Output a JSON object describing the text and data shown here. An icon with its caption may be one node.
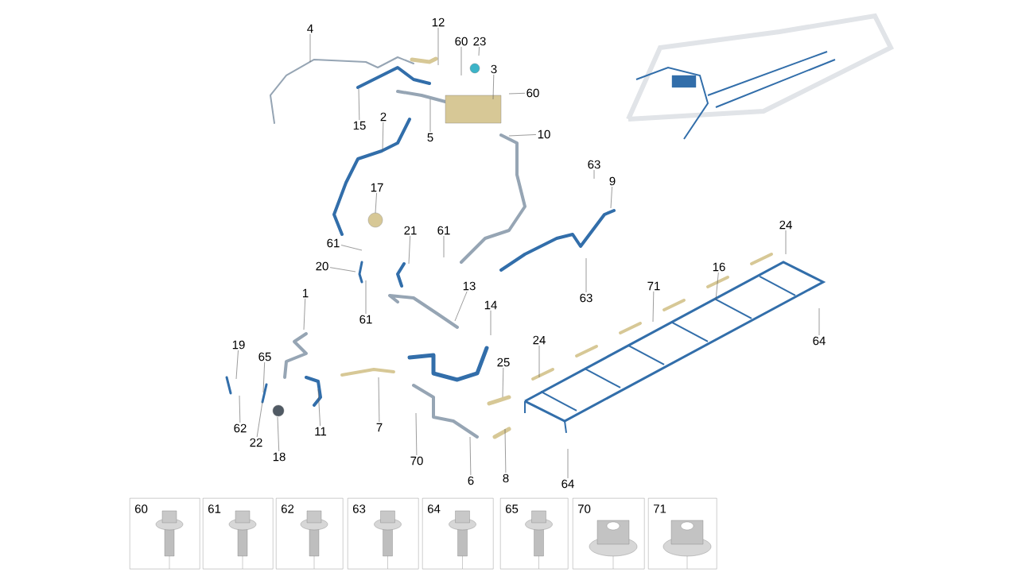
{
  "diagram": {
    "nodes": [
      {
        "text": [
          "4"
        ]
      },
      {
        "text": [
          "12"
        ]
      },
      {
        "text": [
          "60"
        ]
      },
      {
        "text": [
          "23"
        ]
      },
      {
        "text": [
          "3"
        ]
      },
      {
        "text": [
          "60"
        ]
      },
      {
        "text": [
          "15"
        ]
      },
      {
        "text": [
          "2"
        ]
      },
      {
        "text": [
          "5"
        ]
      },
      {
        "text": [
          "10"
        ]
      },
      {
        "text": [
          "63"
        ]
      },
      {
        "text": [
          "9"
        ]
      },
      {
        "text": [
          "17"
        ]
      },
      {
        "text": [
          "61"
        ]
      },
      {
        "text": [
          "21"
        ]
      },
      {
        "text": [
          "61"
        ]
      },
      {
        "text": [
          "20"
        ]
      },
      {
        "text": [
          "13"
        ]
      },
      {
        "text": [
          "63"
        ]
      },
      {
        "text": [
          "61"
        ]
      },
      {
        "text": [
          "1"
        ]
      },
      {
        "text": [
          "14"
        ]
      },
      {
        "text": [
          "19"
        ]
      },
      {
        "text": [
          "65"
        ]
      },
      {
        "text": [
          "24"
        ]
      },
      {
        "text": [
          "16"
        ]
      },
      {
        "text": [
          "71"
        ]
      },
      {
        "text": [
          "24"
        ]
      },
      {
        "text": [
          "64"
        ]
      },
      {
        "text": [
          "25"
        ]
      },
      {
        "text": [
          "7"
        ]
      },
      {
        "text": [
          "11"
        ]
      },
      {
        "text": [
          "62"
        ]
      },
      {
        "text": [
          "22"
        ]
      },
      {
        "text": [
          "18"
        ]
      },
      {
        "text": [
          "70"
        ]
      },
      {
        "text": [
          "6"
        ]
      },
      {
        "text": [
          "8"
        ]
      },
      {
        "text": [
          "64"
        ]
      },
      {
        "text": [
          "60"
        ]
      },
      {
        "text": [
          "61"
        ]
      },
      {
        "text": [
          "62"
        ]
      },
      {
        "text": [
          "63"
        ]
      },
      {
        "text": [
          "64"
        ]
      },
      {
        "text": [
          "65"
        ]
      },
      {
        "text": [
          "70"
        ]
      },
      {
        "text": [
          "71"
        ]
      }
    ],
    "edges": [
      {
        "from": 0,
        "to": null,
        "arrow": "none"
      },
      {
        "from": 1,
        "to": null,
        "arrow": "none"
      },
      {
        "from": 2,
        "to": null,
        "arrow": "none"
      },
      {
        "from": 3,
        "to": null,
        "arrow": "none"
      },
      {
        "from": 4,
        "to": null,
        "arrow": "none"
      },
      {
        "from": 5,
        "to": null,
        "arrow": "none"
      },
      {
        "from": 6,
        "to": null,
        "arrow": "none"
      },
      {
        "from": 7,
        "to": null,
        "arrow": "none"
      },
      {
        "from": 8,
        "to": null,
        "arrow": "none"
      },
      {
        "from": 9,
        "to": null,
        "arrow": "none"
      },
      {
        "from": 10,
        "to": null,
        "arrow": "none"
      },
      {
        "from": 11,
        "to": null,
        "arrow": "none"
      },
      {
        "from": 12,
        "to": null,
        "arrow": "none"
      },
      {
        "from": 13,
        "to": null,
        "arrow": "none"
      },
      {
        "from": 14,
        "to": null,
        "arrow": "none"
      },
      {
        "from": 15,
        "to": null,
        "arrow": "none"
      },
      {
        "from": 16,
        "to": null,
        "arrow": "none"
      },
      {
        "from": 17,
        "to": null,
        "arrow": "none"
      },
      {
        "from": 18,
        "to": null,
        "arrow": "none"
      },
      {
        "from": 19,
        "to": null,
        "arrow": "none"
      },
      {
        "from": 20,
        "to": null,
        "arrow": "none"
      },
      {
        "from": 21,
        "to": null,
        "arrow": "none"
      },
      {
        "from": 22,
        "to": null,
        "arrow": "none"
      },
      {
        "from": 23,
        "to": null,
        "arrow": "none"
      },
      {
        "from": 24,
        "to": null,
        "arrow": "none"
      },
      {
        "from": 25,
        "to": null,
        "arrow": "none"
      },
      {
        "from": 26,
        "to": null,
        "arrow": "none"
      },
      {
        "from": 27,
        "to": null,
        "arrow": "none"
      },
      {
        "from": 28,
        "to": null,
        "arrow": "none"
      },
      {
        "from": 29,
        "to": null,
        "arrow": "none"
      },
      {
        "from": 30,
        "to": null,
        "arrow": "none"
      },
      {
        "from": 31,
        "to": null,
        "arrow": "none"
      },
      {
        "from": 32,
        "to": null,
        "arrow": "none"
      },
      {
        "from": 33,
        "to": null,
        "arrow": "none"
      },
      {
        "from": 34,
        "to": null,
        "arrow": "none"
      },
      {
        "from": 35,
        "to": null,
        "arrow": "none"
      },
      {
        "from": 36,
        "to": null,
        "arrow": "none"
      },
      {
        "from": 37,
        "to": null,
        "arrow": "none"
      },
      {
        "from": 38,
        "to": null,
        "arrow": "none"
      }
    ]
  }
}
